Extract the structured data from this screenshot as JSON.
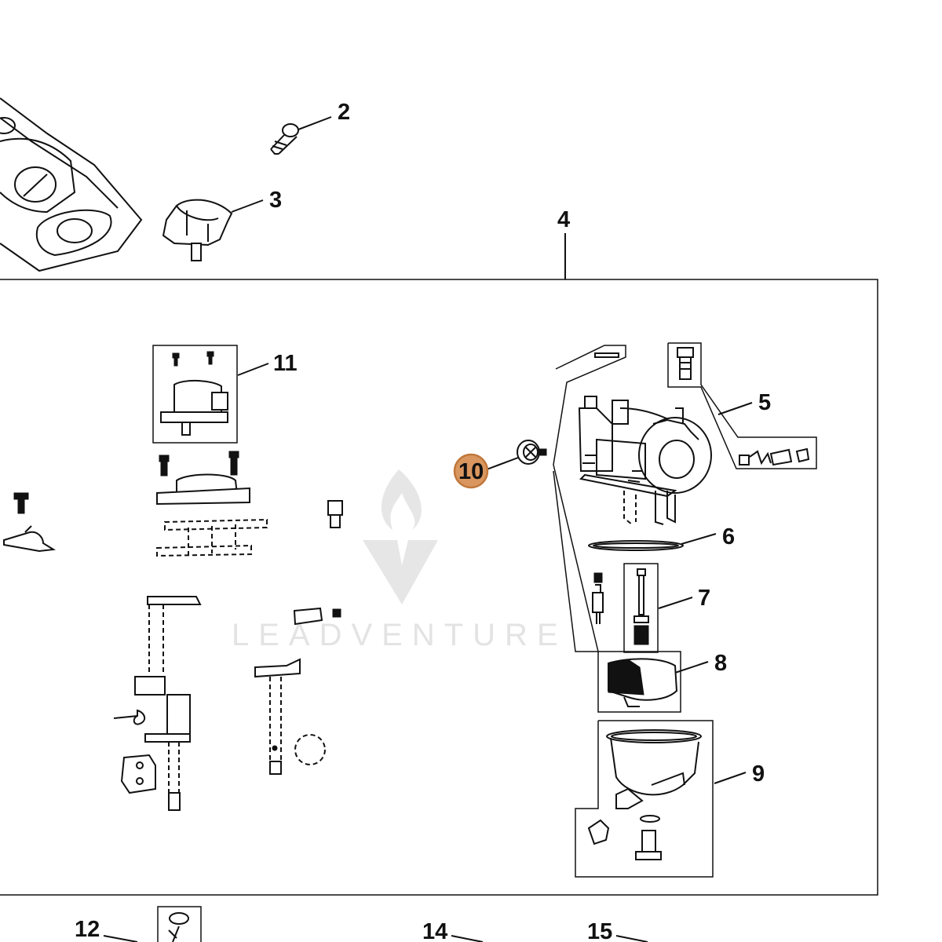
{
  "diagram": {
    "callouts": [
      {
        "id": "2",
        "label": "2"
      },
      {
        "id": "3",
        "label": "3"
      },
      {
        "id": "4",
        "label": "4"
      },
      {
        "id": "5",
        "label": "5"
      },
      {
        "id": "6",
        "label": "6"
      },
      {
        "id": "7",
        "label": "7"
      },
      {
        "id": "8",
        "label": "8"
      },
      {
        "id": "9",
        "label": "9"
      },
      {
        "id": "10",
        "label": "10",
        "highlighted": true
      },
      {
        "id": "11",
        "label": "11"
      },
      {
        "id": "12",
        "label": "12"
      },
      {
        "id": "14",
        "label": "14"
      },
      {
        "id": "15",
        "label": "15"
      }
    ],
    "highlight_color": "#d9965e",
    "highlight_stroke": "#c0783c",
    "watermark": {
      "text": "LEADVENTURE",
      "icon": "flame-v-logo"
    }
  }
}
